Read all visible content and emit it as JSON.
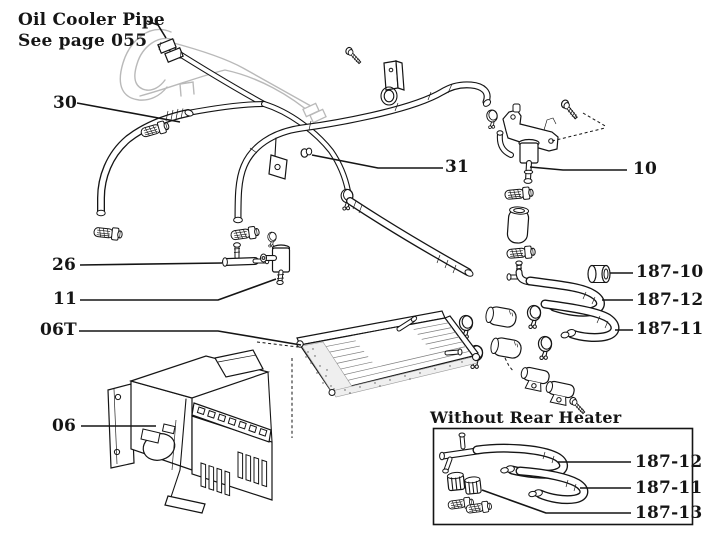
{
  "colors": {
    "ink": "#151515",
    "paper": "#ffffff",
    "faded": "#b9b9b9"
  },
  "note": {
    "line1": "Oil Cooler Pipe",
    "line2": "See page 055"
  },
  "callouts": {
    "c30": "30",
    "c31": "31",
    "c10": "10",
    "c26": "26",
    "c11": "11",
    "c06t": "06T",
    "c06": "06",
    "c187_10": "187-10",
    "c187_12": "187-12",
    "c187_11": "187-11"
  },
  "inset": {
    "title": "Without Rear Heater",
    "c187_12": "187-12",
    "c187_11": "187-11",
    "c187_13": "187-13"
  }
}
